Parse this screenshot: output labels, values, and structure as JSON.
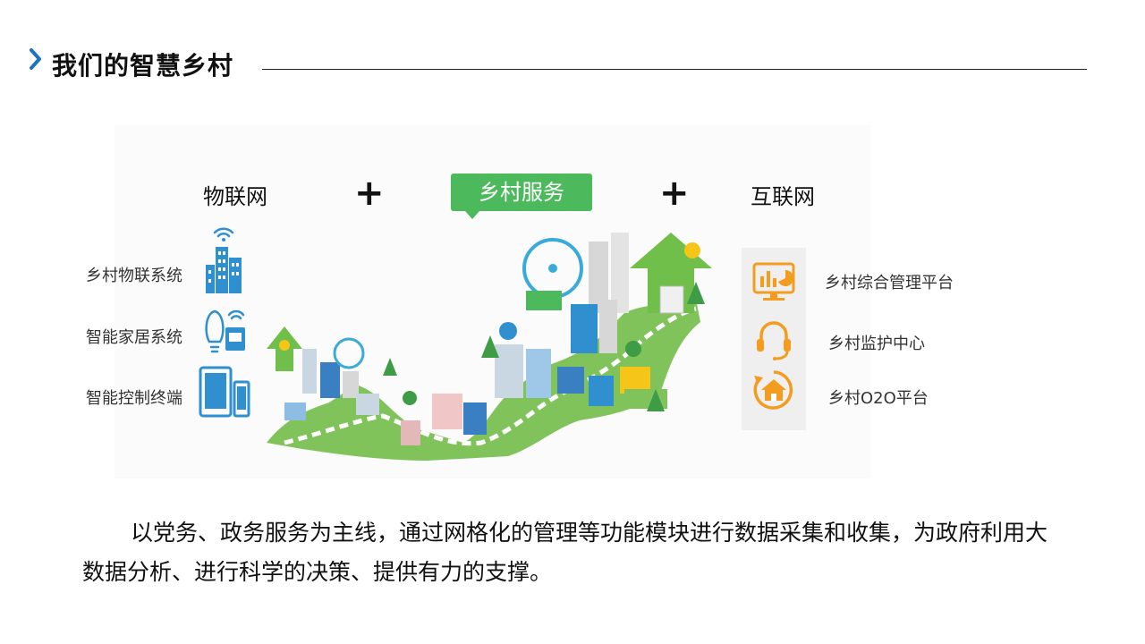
{
  "header": {
    "title": "我们的智慧乡村"
  },
  "diagram": {
    "categories": {
      "iot": "物联网",
      "rural_service": "乡村服务",
      "internet": "互联网"
    },
    "plus_symbol": "+",
    "left_items": [
      {
        "label": "乡村物联系统",
        "icon": "building-wifi-icon"
      },
      {
        "label": "智能家居系统",
        "icon": "smart-home-icon"
      },
      {
        "label": "智能控制终端",
        "icon": "tablet-phone-icon"
      }
    ],
    "right_items": [
      {
        "label": "乡村综合管理平台",
        "icon": "dashboard-chart-icon"
      },
      {
        "label": "乡村监护中心",
        "icon": "headset-icon"
      },
      {
        "label": "乡村O2O平台",
        "icon": "home-cycle-icon"
      }
    ],
    "colors": {
      "accent_blue": "#2f8fcf",
      "accent_green": "#4cba5c",
      "accent_orange": "#f39c1f"
    }
  },
  "description": {
    "text": "以党务、政务服务为主线，通过网格化的管理等功能模块进行数据采集和收集，为政府利用大数据分析、进行科学的决策、提供有力的支撑。"
  }
}
